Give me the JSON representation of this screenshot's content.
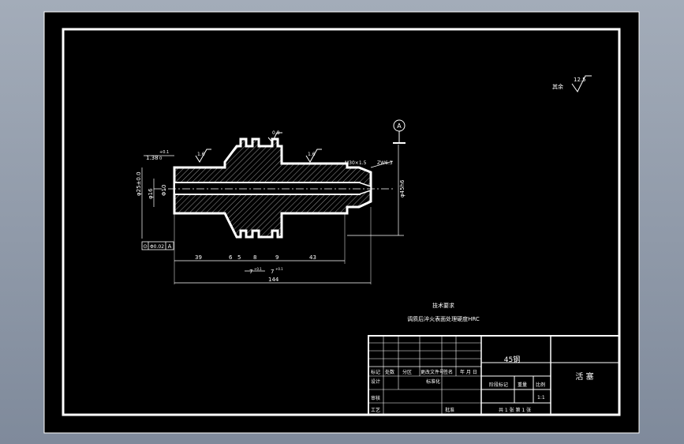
{
  "roughness": {
    "other": "12.5",
    "other_label": "其余",
    "left_journal": "1.6",
    "right_journal": "1.6",
    "gear_top": "0.8"
  },
  "datum": {
    "label": "A"
  },
  "dimensions": {
    "chamfer_left": "1.38",
    "chamfer_tol_top": "+0.1",
    "chamfer_tol_bottom": "0",
    "dia_outer": "φ25±0.0",
    "dia_inner": "φ16",
    "dia_small": "Φ10",
    "thread": "M30×1.5",
    "thread_spec": "ZW6.3",
    "dia_right": "φ45h6",
    "tolerance_frame": [
      "⊙",
      "Φ0.02",
      "A"
    ],
    "len_39": "39",
    "len_6": "6",
    "len_5": "5",
    "len_8": "8",
    "len_9": "9",
    "len_43": "43",
    "len_7": "7",
    "len_7_tol": "+0.1",
    "len_7b": "7",
    "len_7b_tol": "+0.1",
    "len_total": "144"
  },
  "notes": {
    "heading": "技术要求",
    "line1": "调质后淬火表面处理硬度HRC"
  },
  "title_block": {
    "material": "45钢",
    "part_name": "活  塞",
    "row_labels": [
      "标记",
      "处数",
      "分区",
      "更改文件号",
      "签名",
      "年 月 日"
    ],
    "design": "设计",
    "standardize": "标准化",
    "audit": "审核",
    "process": "工艺",
    "approve": "批准",
    "stage_mark": "阶段标记",
    "weight": "重量",
    "scale": "比例",
    "scale_value": "1:1",
    "sheets": "共 1 张   第 1 张"
  }
}
